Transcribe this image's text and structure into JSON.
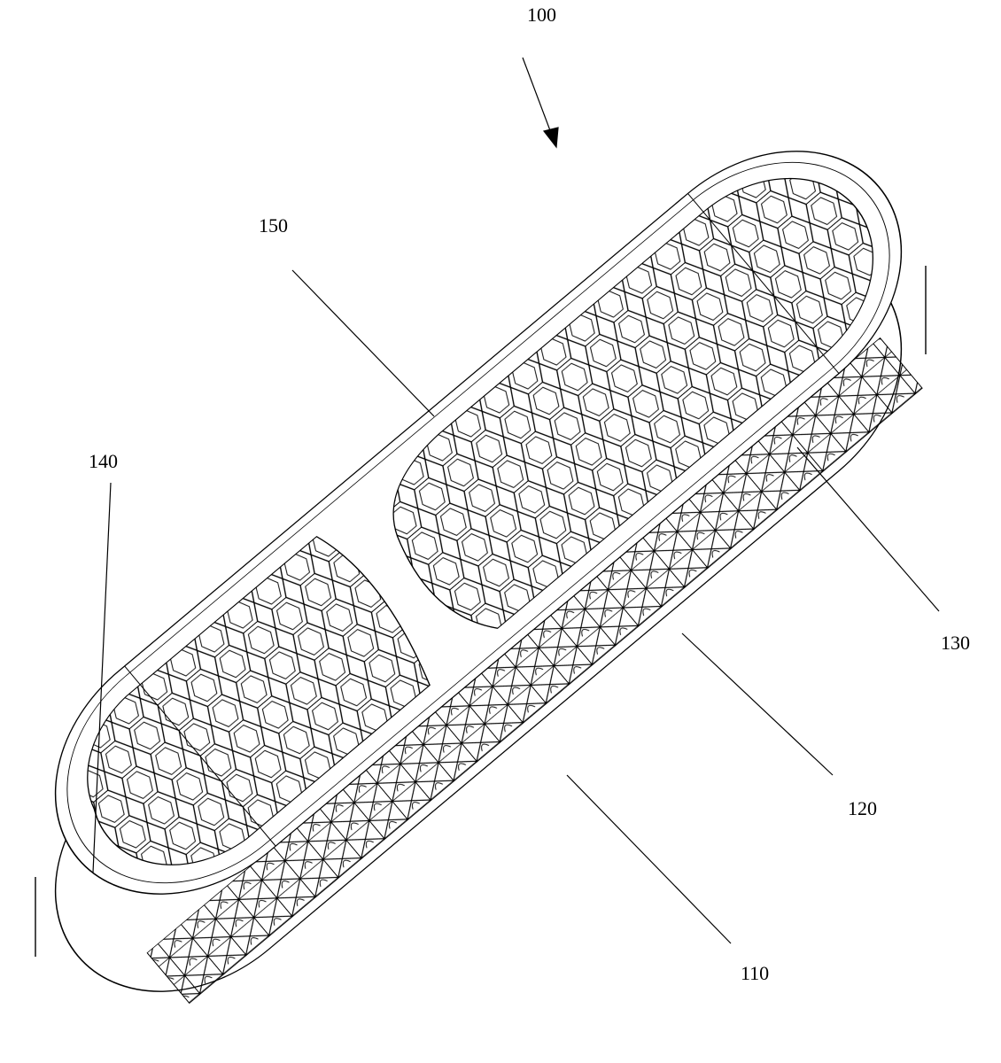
{
  "figure": {
    "labels": {
      "device": "100",
      "top_lattice": "150",
      "end_cap": "140",
      "upper_body": "130",
      "side_lattice": "120",
      "lower_body": "110"
    },
    "colors": {
      "line": "#000000",
      "background": "#ffffff"
    }
  }
}
